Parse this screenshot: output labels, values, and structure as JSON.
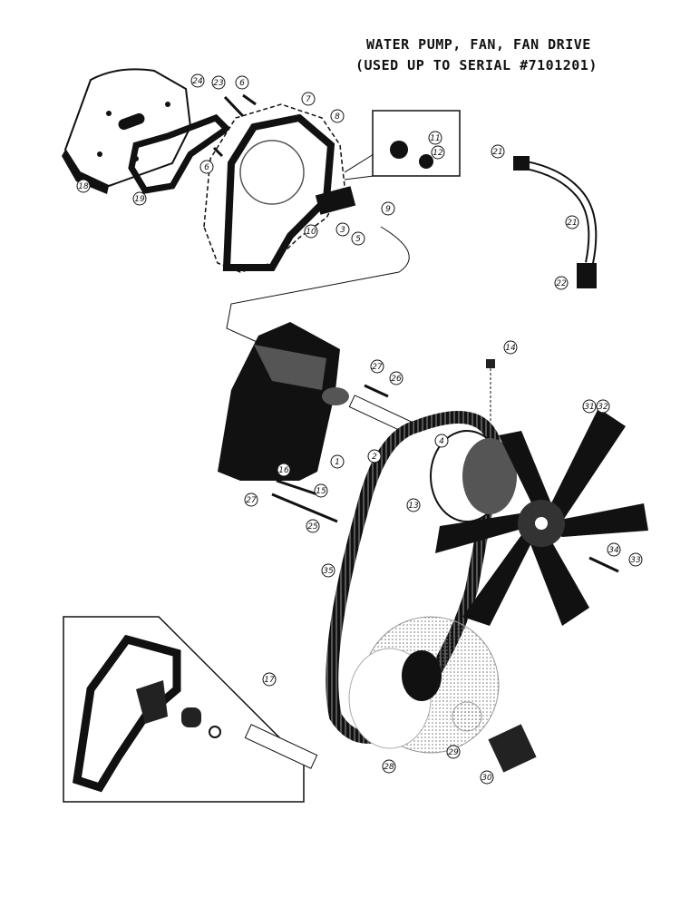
{
  "title": {
    "line1": "WATER PUMP, FAN, FAN DRIVE",
    "line2": "(USED UP TO SERIAL #7101201)"
  },
  "callouts": [
    "1",
    "2",
    "3",
    "4",
    "5",
    "6",
    "7",
    "8",
    "9",
    "10",
    "11",
    "12",
    "13",
    "14",
    "15",
    "16",
    "17",
    "18",
    "19",
    "21",
    "22",
    "23",
    "24",
    "25",
    "26",
    "27",
    "28",
    "29",
    "30",
    "31",
    "32",
    "33",
    "34",
    "35"
  ],
  "colors": {
    "ink": "#111111",
    "paper": "#ffffff",
    "shade": "#9a9a9a"
  }
}
